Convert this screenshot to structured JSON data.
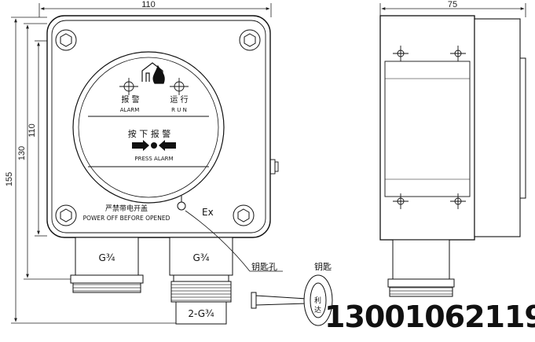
{
  "dimensions": {
    "front_width": "110",
    "side_width": "75",
    "height_110": "110",
    "height_130": "130",
    "height_155": "155"
  },
  "panel": {
    "alarm_cn": "报 警",
    "alarm_en": "ALARM",
    "run_cn": "运 行",
    "run_en": "R U N",
    "press_cn": "按 下  报 警",
    "press_en": "PRESS  ALARM",
    "warning_cn": "严禁带电开盖",
    "warning_en": "POWER OFF BEFORE OPENED",
    "ex_mark": "Ex"
  },
  "fittings": {
    "left_thread": "G¾",
    "right_thread": "G¾",
    "bottom_thread": "2-G¾"
  },
  "callouts": {
    "keyhole": "钥匙孔",
    "key": "钥匙",
    "key_brand_1": "利",
    "key_brand_2": "达"
  },
  "contact": {
    "phone": "13001062119"
  }
}
